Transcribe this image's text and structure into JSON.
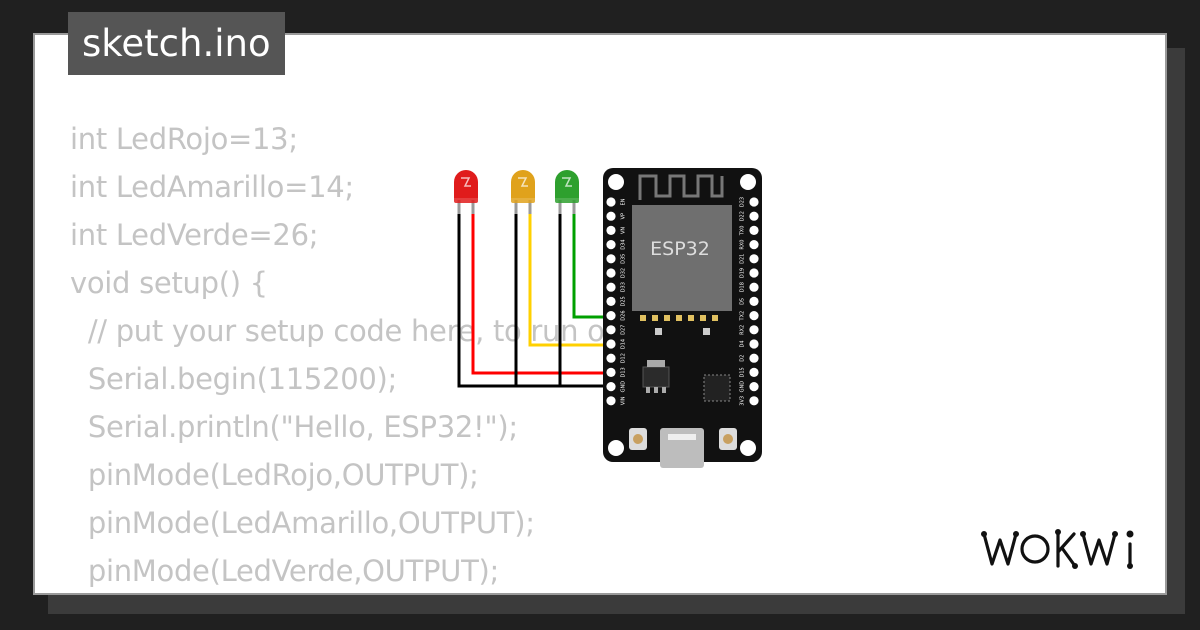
{
  "tab": {
    "filename": "sketch.ino"
  },
  "code_lines": [
    "int LedRojo=13;",
    "int LedAmarillo=14;",
    "int LedVerde=26;",
    "void setup() {",
    "  // put your setup code here, to run once:",
    "  Serial.begin(115200);",
    "  Serial.println(\"Hello, ESP32!\");",
    "  pinMode(LedRojo,OUTPUT);",
    "  pinMode(LedAmarillo,OUTPUT);",
    "  pinMode(LedVerde,OUTPUT);",
    "}"
  ],
  "board": {
    "chip_label": "ESP32",
    "left_pins": [
      "EN",
      "VP",
      "VN",
      "D34",
      "D35",
      "D32",
      "D33",
      "D25",
      "D26",
      "D27",
      "D14",
      "D12",
      "D13",
      "GND",
      "VIN"
    ],
    "right_pins": [
      "D23",
      "D22",
      "TX0",
      "RX0",
      "D21",
      "D19",
      "D18",
      "D5",
      "TX2",
      "RX2",
      "D4",
      "D2",
      "D15",
      "GND",
      "3V3"
    ]
  },
  "leds": [
    {
      "name": "red",
      "color": "#e01c1c"
    },
    {
      "name": "yellow",
      "color": "#e0a21c"
    },
    {
      "name": "green",
      "color": "#2ea02e"
    }
  ],
  "wire_colors": {
    "black": "#000000",
    "red": "#ff0000",
    "yellow": "#ffd000",
    "green": "#00a000"
  },
  "brand": {
    "logo_text": "WOKWi"
  }
}
